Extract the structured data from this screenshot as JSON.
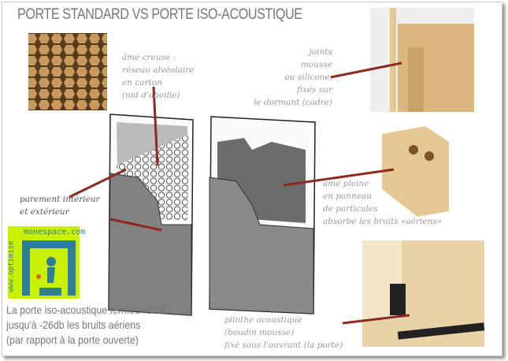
{
  "title": "PORTE STANDARD  VS PORTE ISO-ACOUSTIQUE",
  "labels": {
    "ame_creuse": "âme creuse :\nréseau alvéolaire\nen carton\n(nid d'abeille)",
    "joints": "joints\nmousse\nou silicone,\nfixés sur\nle dormant (cadre)",
    "parement": "parement intérieur\net extérieur",
    "ame_pleine": "âme pleine\nen panneau\nde particules\nabsorbe les bruits «aériens»",
    "plinthe": "plinthe acoustique\n(boudin mousse)\nfixé sous l'ouvrant (la porte)"
  },
  "caption": [
    "La porte iso-acoustique fermée réduit",
    "jusqu'à -26db les bruits aériens",
    "(par rapport à la porte ouverte)"
  ],
  "logo": {
    "top": "monespace.com",
    "side": "www.optimise"
  },
  "colors": {
    "arrow": "#8b2a1e",
    "door": "#808080",
    "wood": "#d9b77e",
    "logo_bg": "#c8f000",
    "logo_fg": "#2e7d9a"
  }
}
